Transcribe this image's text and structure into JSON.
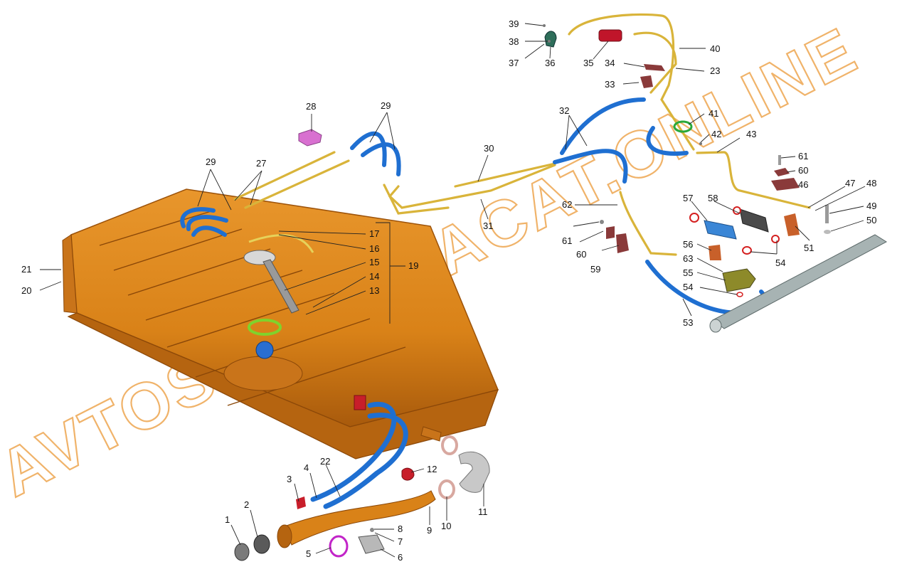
{
  "watermark": "AVTOSTALKA.ACAT.ONLINE",
  "colors": {
    "tank": "#d98218",
    "tank_dark": "#9c5209",
    "hose_blue": "#1f6fd1",
    "tube_yellow": "#d9b43a",
    "clamp_red": "#c81e2a",
    "bracket": "#8a3a3a",
    "rail": "#9aa7a7",
    "filter": "#c0152a",
    "canister": "#8d8a2a",
    "ring_green": "#7fd32c",
    "clip_magenta": "#c224c8",
    "pad_pink": "#d870d0",
    "injector_blue": "#3a86d6",
    "oring_red": "#d42020"
  },
  "callouts": {
    "c1": "1",
    "c2": "2",
    "c3": "3",
    "c4": "4",
    "c5": "5",
    "c6": "6",
    "c7": "7",
    "c8": "8",
    "c9": "9",
    "c10": "10",
    "c11": "11",
    "c12": "12",
    "c13": "13",
    "c14": "14",
    "c15": "15",
    "c16": "16",
    "c17": "17",
    "c19": "19",
    "c20": "20",
    "c21": "21",
    "c22": "22",
    "c23": "23",
    "c27": "27",
    "c28": "28",
    "c29a": "29",
    "c29b": "29",
    "c30": "30",
    "c31": "31",
    "c32": "32",
    "c33": "33",
    "c34": "34",
    "c35": "35",
    "c36": "36",
    "c37": "37",
    "c38": "38",
    "c39": "39",
    "c40": "40",
    "c41": "41",
    "c42": "42",
    "c43": "43",
    "c46": "46",
    "c47": "47",
    "c48": "48",
    "c49": "49",
    "c50": "50",
    "c51": "51",
    "c53": "53",
    "c54a": "54",
    "c54b": "54",
    "c55": "55",
    "c56": "56",
    "c57": "57",
    "c58": "58",
    "c59": "59",
    "c60a": "60",
    "c60b": "60",
    "c61a": "61",
    "c61b": "61",
    "c62": "62",
    "c63": "63"
  }
}
